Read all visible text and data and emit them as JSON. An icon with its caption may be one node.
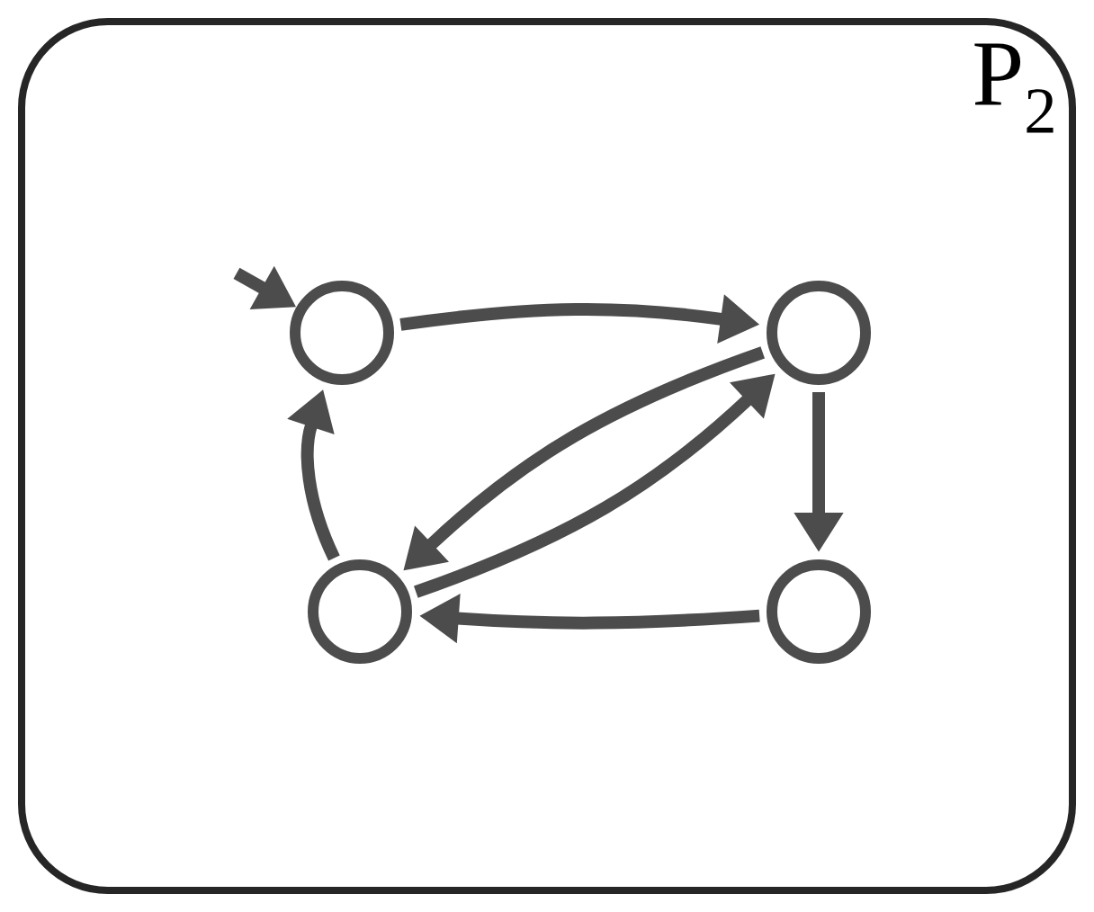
{
  "diagram": {
    "nodes": [
      {
        "text": [],
        "shape": "circle"
      },
      {
        "text": [],
        "shape": "circle"
      },
      {
        "text": [],
        "shape": "circle"
      },
      {
        "text": [],
        "shape": "circle"
      }
    ],
    "edges": [
      {
        "from": null,
        "to": 0,
        "arrow": "to"
      },
      {
        "from": 0,
        "to": 1,
        "arrow": "to"
      },
      {
        "from": 1,
        "to": 2,
        "arrow": "to"
      },
      {
        "from": 2,
        "to": 1,
        "arrow": "to"
      },
      {
        "from": 1,
        "to": 3,
        "arrow": "to"
      },
      {
        "from": 3,
        "to": 2,
        "arrow": "to"
      },
      {
        "from": 2,
        "to": 0,
        "arrow": "to"
      }
    ],
    "labels": [
      "P$_{2}$"
    ]
  }
}
